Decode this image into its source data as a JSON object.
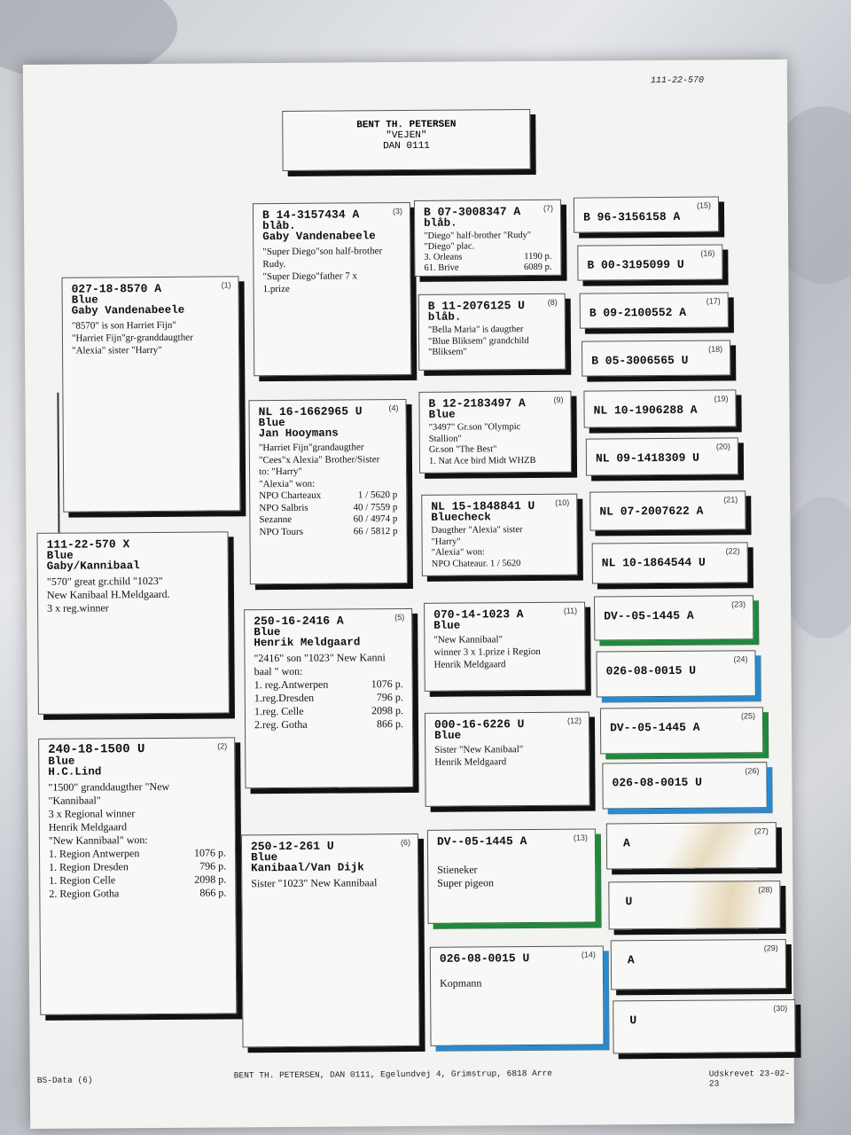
{
  "doc": {
    "ref_top": "111-22-570",
    "header": {
      "line1": "BENT TH. PETERSEN",
      "line2": "\"VEJEN\"",
      "line3": "DAN 0111"
    },
    "footer": {
      "left": "BS-Data (6)",
      "center": "BENT TH. PETERSEN, DAN 0111, Egelundvej 4, Grimstrup, 6818 Arre",
      "right": "Udskrevet 23-02-23"
    }
  },
  "pigeons": {
    "p1": {
      "num": "(1)",
      "ring": "027-18-8570 A",
      "color": "Blue",
      "name": "Gaby Vandenabeele",
      "lines": [
        "\"8570\"  is son Harriet Fijn\"",
        "\"Harriet Fijn\"gr-granddaugther",
        "\"Alexia\" sister \"Harry\""
      ]
    },
    "p2": {
      "num": "(2)",
      "ring": "240-18-1500 U",
      "color": "Blue",
      "name": "H.C.Lind",
      "lines": [
        "\"1500\" granddaugther \"New",
        "\"Kannibaal\"",
        "3 x Regional winner",
        "Henrik Meldgaard",
        "\"New Kannibaal\" won:"
      ],
      "results": [
        [
          "1. Region Antwerpen",
          "1076 p."
        ],
        [
          "1. Region Dresden",
          "796 p."
        ],
        [
          "1. Region Celle",
          "2098 p."
        ],
        [
          "2. Region Gotha",
          "866 p."
        ]
      ]
    },
    "p3": {
      "num": "(3)",
      "ring": "B 14-3157434 A",
      "color": "blåb.",
      "name": "Gaby Vandenabeele",
      "lines": [
        "\"Super Diego\"son half-brother",
        "Rudy.",
        "\"Super Diego\"father 7 x",
        "1.prize"
      ]
    },
    "p4": {
      "num": "(4)",
      "ring": "NL 16-1662965 U",
      "color": "Blue",
      "name": "Jan Hooymans",
      "lines": [
        "\"Harriet Fijn\"grandaugther",
        "\"Cees\"x Alexia\" Brother/Sister",
        "to: \"Harry\"",
        "\"Alexia\" won:"
      ],
      "results": [
        [
          "NPO Charteaux",
          "1 / 5620 p"
        ],
        [
          "NPO Salbris",
          "40 / 7559 p"
        ],
        [
          "Sezanne",
          "60 / 4974 p"
        ],
        [
          "NPO Tours",
          "66 / 5812 p"
        ]
      ]
    },
    "p5": {
      "num": "(5)",
      "ring": "250-16-2416 A",
      "color": "Blue",
      "name": "Henrik Meldgaard",
      "lines": [
        "\"2416\" son \"1023\" New Kanni",
        "baal \" won:"
      ],
      "results": [
        [
          "1. reg.Antwerpen",
          "1076 p."
        ],
        [
          "1.reg.Dresden",
          "796 p."
        ],
        [
          "1.reg. Celle",
          "2098 p."
        ],
        [
          "2.reg. Gotha",
          "866 p."
        ]
      ]
    },
    "p6": {
      "num": "(6)",
      "ring": "250-12-261 U",
      "color": "Blue",
      "name": "Kanibaal/Van Dijk",
      "lines": [
        "Sister \"1023\" New Kannibaal"
      ]
    },
    "p7": {
      "num": "(7)",
      "ring": "B 07-3008347 A",
      "color": "blåb.",
      "name": "",
      "lines": [
        "\"Diego\" half-brother \"Rudy\"",
        "\"Diego\" plac."
      ],
      "results": [
        [
          "3.   Orleans",
          "1190 p."
        ],
        [
          "61.  Brive",
          "6089 p."
        ]
      ]
    },
    "p8": {
      "num": "(8)",
      "ring": "B 11-2076125 U",
      "color": "blåb.",
      "name": "",
      "lines": [
        "\"Bella Maria\" is daugther",
        "\"Blue Bliksem\" grandchild",
        "\"Bliksem\""
      ]
    },
    "p9": {
      "num": "(9)",
      "ring": "B 12-2183497 A",
      "color": "Blue",
      "name": "",
      "lines": [
        "\"3497\" Gr.son \"Olympic",
        "Stallion\"",
        "Gr.son \"The Best\"",
        "1. Nat Ace bird Midt WHZB"
      ]
    },
    "p10": {
      "num": "(10)",
      "ring": "NL 15-1848841 U",
      "color": "Bluecheck",
      "name": "",
      "lines": [
        "Daugther \"Alexia\" sister",
        "\"Harry\"",
        "\"Alexia\" won:",
        "NPO Chateaur.  1 / 5620"
      ]
    },
    "p11": {
      "num": "(11)",
      "ring": "070-14-1023 A",
      "color": "Blue",
      "name": "",
      "lines": [
        "\"New Kannibaal\"",
        "winner 3 x 1.prize i Region",
        "Henrik Meldgaard"
      ]
    },
    "p12": {
      "num": "(12)",
      "ring": "000-16-6226 U",
      "color": "Blue",
      "name": "",
      "lines": [
        "Sister \"New Kanibaal\"",
        "Henrik Meldgaard"
      ]
    },
    "p13": {
      "num": "(13)",
      "ring": "DV--05-1445 A",
      "color": "",
      "name": "",
      "lines": [
        "Stieneker",
        "Super pigeon"
      ]
    },
    "p14": {
      "num": "(14)",
      "ring": "026-08-0015 U",
      "color": "",
      "name": "",
      "lines": [
        "Kopmann"
      ]
    },
    "g": [
      {
        "num": "(15)",
        "ring": "B 96-3156158 A"
      },
      {
        "num": "(16)",
        "ring": "B 00-3195099 U"
      },
      {
        "num": "(17)",
        "ring": "B 09-2100552 A"
      },
      {
        "num": "(18)",
        "ring": "B 05-3006565 U"
      },
      {
        "num": "(19)",
        "ring": "NL 10-1906288 A"
      },
      {
        "num": "(20)",
        "ring": "NL 09-1418309 U"
      },
      {
        "num": "(21)",
        "ring": "NL 07-2007622 A"
      },
      {
        "num": "(22)",
        "ring": "NL 10-1864544 U"
      },
      {
        "num": "(23)",
        "ring": "DV--05-1445 A"
      },
      {
        "num": "(24)",
        "ring": "026-08-0015 U"
      },
      {
        "num": "(25)",
        "ring": "DV--05-1445 A"
      },
      {
        "num": "(26)",
        "ring": "026-08-0015 U"
      },
      {
        "num": "(27)",
        "ring": "A"
      },
      {
        "num": "(28)",
        "ring": "U"
      },
      {
        "num": "(29)",
        "ring": "A"
      },
      {
        "num": "(30)",
        "ring": "U"
      }
    ],
    "main": {
      "ring": "111-22-570  X",
      "color": "Blue",
      "name": "Gaby/Kannibaal",
      "lines": [
        "\"570\" great gr.child \"1023\"",
        "New Kanibaal H.Meldgaard.",
        "3 x reg.winner"
      ]
    }
  }
}
